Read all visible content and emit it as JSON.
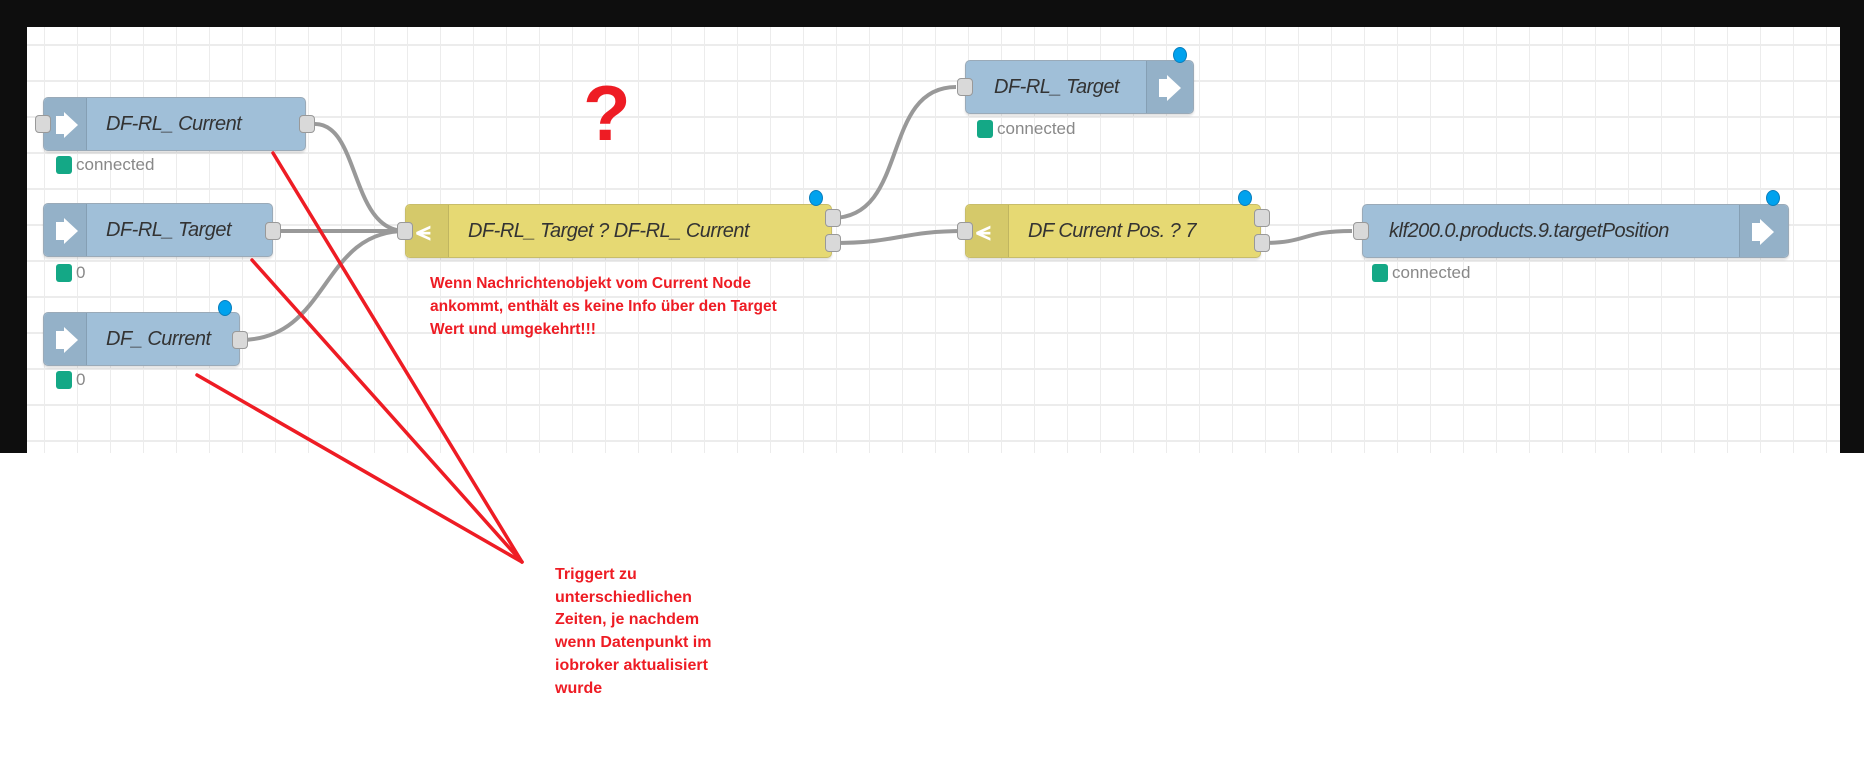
{
  "nodes": {
    "in_rl_current": {
      "label": "DF-RL_ Current",
      "status": "connected"
    },
    "in_rl_target": {
      "label": "DF-RL_ Target",
      "status": "0"
    },
    "in_df_current": {
      "label": "DF_ Current",
      "status": "0"
    },
    "switch_main": {
      "label": "DF-RL_ Target ? DF-RL_ Current"
    },
    "out_rl_target": {
      "label": "DF-RL_ Target",
      "status": "connected"
    },
    "switch_pos": {
      "label": "DF Current Pos. ? 7"
    },
    "out_klf": {
      "label": "klf200.0.products.9.targetPosition",
      "status": "connected"
    }
  },
  "annotations": {
    "question_mark": "?",
    "note_top": [
      "Wenn Nachrichtenobjekt vom Current Node",
      "ankommt, enthält es keine Info über den Target",
      "Wert und umgekehrt!!!"
    ],
    "note_bottom": [
      "Triggert zu",
      "unterschiedlichen",
      "Zeiten, je nachdem",
      "wenn Datenpunkt im",
      "iobroker aktualisiert",
      "wurde"
    ]
  },
  "colors": {
    "node_blue": "#a0bfd8",
    "node_yellow": "#e6d973",
    "status_green": "#14a886",
    "annotation_red": "#ee1c24",
    "changed_dot": "#00a2ee"
  }
}
